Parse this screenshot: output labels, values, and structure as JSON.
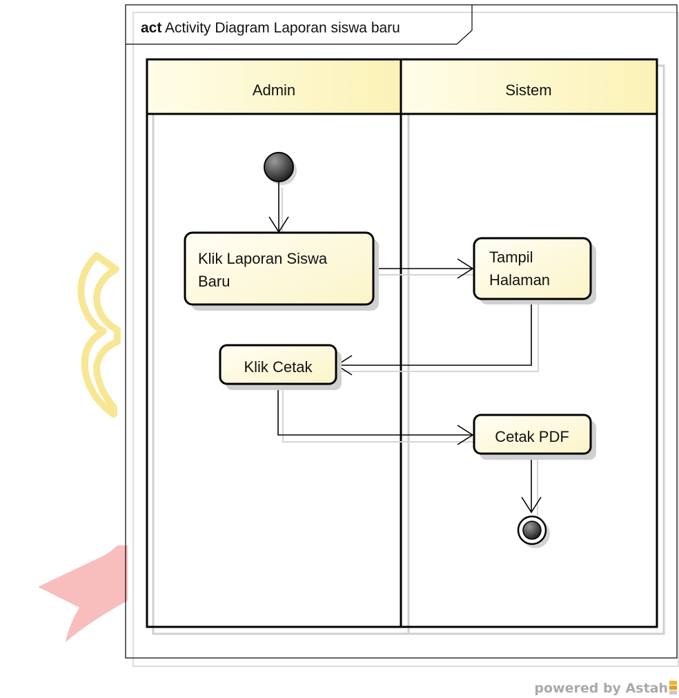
{
  "diagram": {
    "frame_keyword": "act",
    "frame_title": "Activity Diagram Laporan siswa baru",
    "lanes": [
      {
        "label": "Admin"
      },
      {
        "label": "Sistem"
      }
    ],
    "nodes": {
      "start": {
        "kind": "initial-node"
      },
      "klik_laporan": {
        "lines": [
          "Klik Laporan Siswa",
          "Baru"
        ]
      },
      "tampil_halaman": {
        "lines": [
          "Tampil",
          "Halaman"
        ]
      },
      "klik_cetak": {
        "lines": [
          "Klik Cetak"
        ]
      },
      "cetak_pdf": {
        "lines": [
          "Cetak PDF"
        ]
      },
      "end": {
        "kind": "final-node"
      }
    },
    "flows": [
      {
        "from": "start",
        "to": "klik_laporan"
      },
      {
        "from": "klik_laporan",
        "to": "tampil_halaman"
      },
      {
        "from": "tampil_halaman",
        "to": "klik_cetak"
      },
      {
        "from": "klik_cetak",
        "to": "cetak_pdf"
      },
      {
        "from": "cetak_pdf",
        "to": "end"
      }
    ]
  },
  "footer": {
    "powered_by": "powered by Astah"
  },
  "colors": {
    "lane_header_fill": "#fdf6c6",
    "action_fill": "#fdfae2",
    "border": "#000000",
    "shadow": "#cfcfcf",
    "watermark_yellow": "#f6e58a",
    "watermark_red": "#f6a8a8"
  }
}
